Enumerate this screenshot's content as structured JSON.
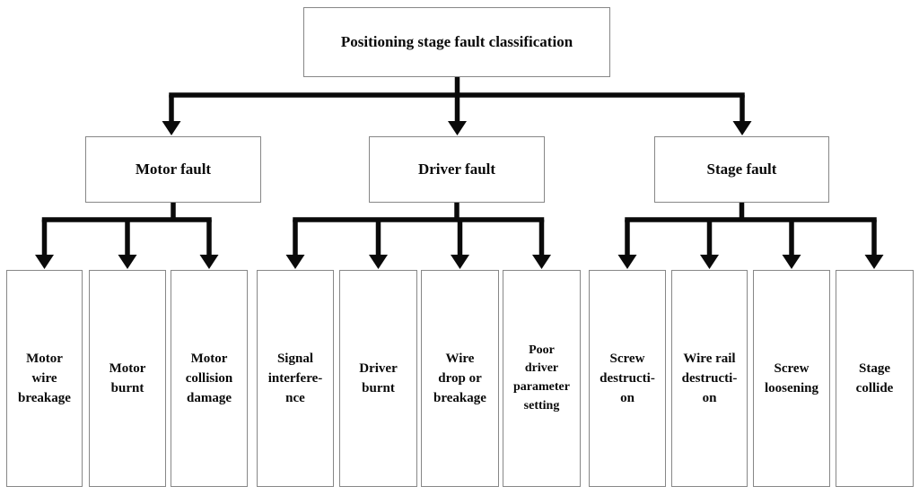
{
  "diagram": {
    "root": {
      "label": "Positioning stage fault classification"
    },
    "branches": [
      {
        "label": "Motor fault",
        "children": [
          "Motor\nwire\nbreakage",
          "Motor\nburnt",
          "Motor\ncollision\ndamage"
        ]
      },
      {
        "label": "Driver fault",
        "children": [
          "Signal\ninterfere-\nnce",
          "Driver\nburnt",
          "Wire\ndrop or\nbreakage",
          "Poor\ndriver\nparameter\nsetting"
        ]
      },
      {
        "label": "Stage fault",
        "children": [
          "Screw\ndestructi-\non",
          "Wire rail\ndestructi-\non",
          "Screw\nloosening",
          "Stage\ncollide"
        ]
      }
    ],
    "colors": {
      "connector": "#0a0a0a",
      "box_border": "#878787",
      "text": "#0a0a0a",
      "background": "#ffffff"
    }
  }
}
